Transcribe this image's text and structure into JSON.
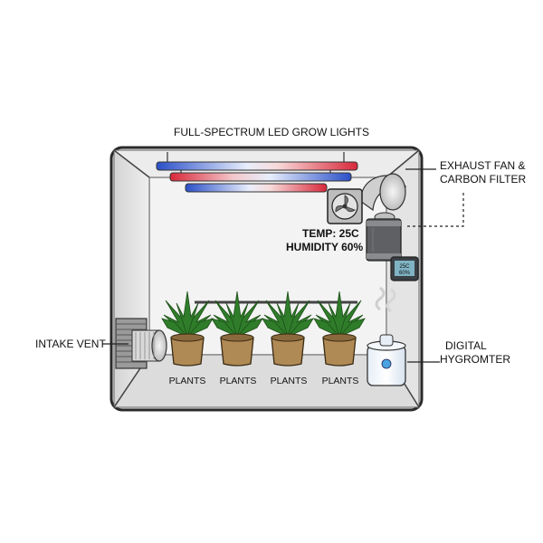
{
  "labels": {
    "lights": "FULL-SPECTRUM LED GROW LIGHTS",
    "exhaust_line1": "EXHAUST FAN &",
    "exhaust_line2": "CARBON FILTER",
    "temp": "TEMP: 25C",
    "humidity": "HUMIDITY 60%",
    "intake": "INTAKE VENT",
    "hygro_line1": "DIGITAL",
    "hygro_line2": "HYGROMTER",
    "monitor_l1": "25C",
    "monitor_l2": "60%"
  },
  "plants": [
    {
      "label": "PLANTS"
    },
    {
      "label": "PLANTS"
    },
    {
      "label": "PLANTS"
    },
    {
      "label": "PLANTS"
    }
  ],
  "colors": {
    "led_red": "#d8283a",
    "led_blue": "#2a4fc8",
    "leaf": "#2f7d2a",
    "pot": "#b08a55",
    "outline": "#222222"
  }
}
